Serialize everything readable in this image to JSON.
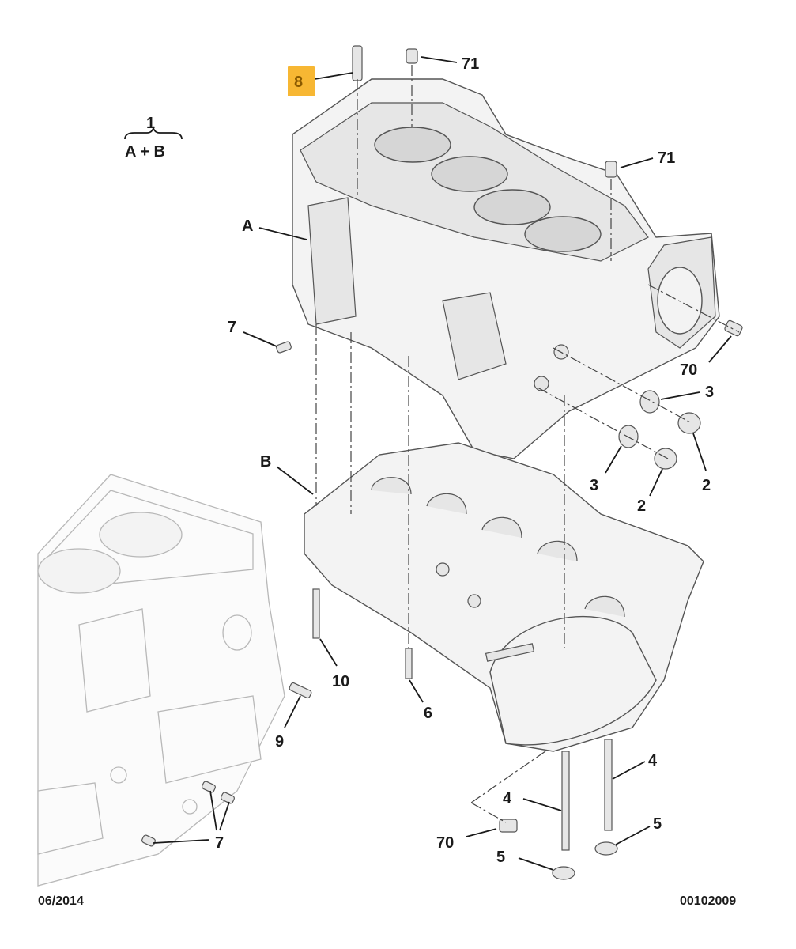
{
  "callouts": {
    "c8": "8",
    "c71_top": "71",
    "c71_right": "71",
    "assembly_num": "1",
    "assembly_formula": "A + B",
    "cA": "A",
    "cB": "B",
    "c7_left": "7",
    "c70_right": "70",
    "c3_upper": "3",
    "c3_lower": "3",
    "c2_right": "2",
    "c2_lower": "2",
    "c10": "10",
    "c6": "6",
    "c9": "9",
    "c7_bottom": "7",
    "c4_right": "4",
    "c4_left": "4",
    "c5_right": "5",
    "c5_left": "5",
    "c70_bottom": "70"
  },
  "footer": {
    "date": "06/2014",
    "reference": "00102009"
  },
  "colors": {
    "highlight": "#f7b733",
    "ink": "#1a1a1a"
  }
}
